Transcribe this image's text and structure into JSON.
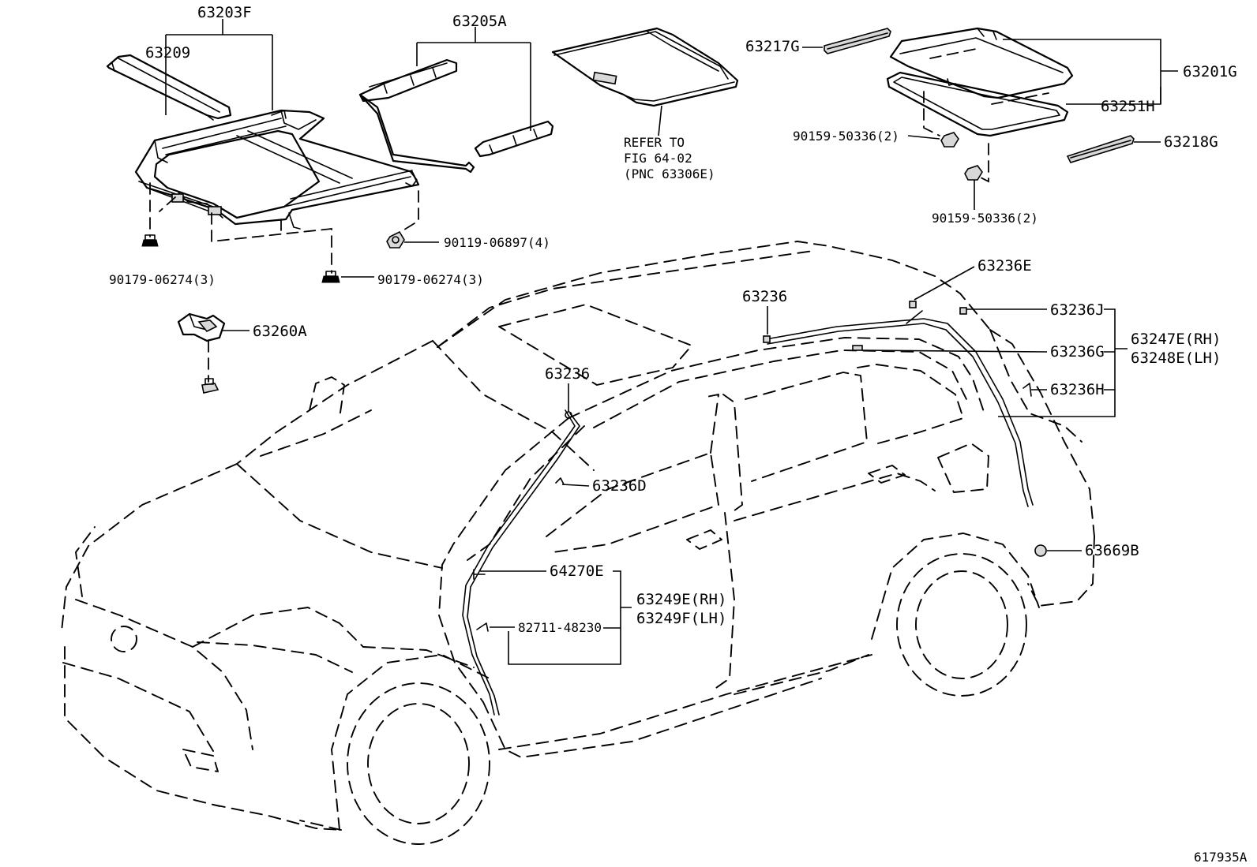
{
  "labels": {
    "p63203F": "63203F",
    "p63209": "63209",
    "p63205A": "63205A",
    "refer1": "REFER TO",
    "refer2": "FIG 64-02",
    "refer3": "(PNC 63306E)",
    "p63217G": "63217G",
    "p63201G": "63201G",
    "p63251H": "63251H",
    "p63218G": "63218G",
    "b90159a": "90159-50336(2)",
    "b90159b": "90159-50336(2)",
    "b90119": "90119-06897(4)",
    "b90179a": "90179-06274(3)",
    "b90179b": "90179-06274(3)",
    "p63260A": "63260A",
    "p63236E": "63236E",
    "p63236a": "63236",
    "p63236J": "63236J",
    "p63236G": "63236G",
    "p63236H": "63236H",
    "p63247E": "63247E(RH)",
    "p63248E": "63248E(LH)",
    "p63236b": "63236",
    "p63236D": "63236D",
    "p64270E": "64270E",
    "p63249E": "63249E(RH)",
    "p63249F": "63249F(LH)",
    "p82711": "82711-48230",
    "p63669B": "63669B",
    "fig_id": "617935A"
  }
}
